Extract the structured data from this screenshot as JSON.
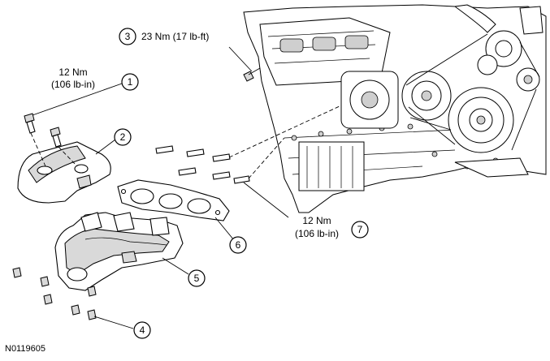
{
  "callouts": {
    "c1": {
      "number": "1",
      "line1": "12 Nm",
      "line2": "(106 lb-in)"
    },
    "c2": {
      "number": "2"
    },
    "c3": {
      "number": "3",
      "label": "23 Nm (17 lb-ft)"
    },
    "c4": {
      "number": "4"
    },
    "c5": {
      "number": "5"
    },
    "c6": {
      "number": "6"
    },
    "c7": {
      "number": "7",
      "line1": "12 Nm",
      "line2": "(106 lb-in)"
    }
  },
  "figure_code": "N0119605"
}
